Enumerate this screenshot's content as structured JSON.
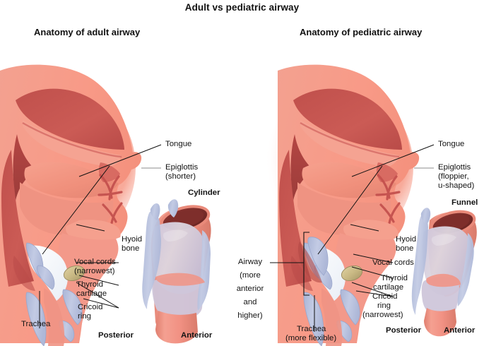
{
  "figure": {
    "title": "Adult vs pediatric airway",
    "type": "medical-anatomy-illustration"
  },
  "panels": [
    {
      "id": "adult",
      "title": "Anatomy of adult airway",
      "larynx_shape_label": "Cylinder",
      "orientation_left": "Posterior",
      "orientation_right": "Anterior",
      "labels": {
        "tongue": "Tongue",
        "epiglottis_line1": "Epiglottis",
        "epiglottis_line2": "(shorter)",
        "hyoid_line1": "Hyoid",
        "hyoid_line2": "bone",
        "vocal_cords_line1": "Vocal cords",
        "vocal_cords_line2": "(narrowest)",
        "thyroid_line1": "Thyroid",
        "thyroid_line2": "cartilage",
        "cricoid_line1": "Cricoid",
        "cricoid_line2": "ring",
        "trachea": "Trachea"
      }
    },
    {
      "id": "pediatric",
      "title": "Anatomy of pediatric airway",
      "larynx_shape_label": "Funnel",
      "orientation_left": "Posterior",
      "orientation_right": "Anterior",
      "labels": {
        "tongue": "Tongue",
        "epiglottis_line1": "Epiglottis",
        "epiglottis_line2": "(floppier,",
        "epiglottis_line3": "u-shaped)",
        "hyoid_line1": "Hyoid",
        "hyoid_line2": "bone",
        "vocal_cords": "Vocal cords",
        "thyroid_line1": "Thyroid",
        "thyroid_line2": "cartilage",
        "cricoid_line1": "Cricoid",
        "cricoid_line2": "ring",
        "cricoid_line3": "(narrowest)",
        "trachea_line1": "Trachea",
        "trachea_line2": "(more flexible)",
        "airway_line1": "Airway",
        "airway_line2": "(more",
        "airway_line3": "anterior",
        "airway_line4": "and",
        "airway_line5": "higher)"
      }
    }
  ],
  "colors": {
    "background": "#ffffff",
    "skin_light": "#f8a393",
    "skin_mid": "#f09080",
    "mucosa_dark": "#c4514e",
    "mucosa_deep": "#ab4240",
    "cartilage_blue": "#b9c2de",
    "cartilage_pale": "#d8cdd8",
    "hyoid_tan": "#cbbc8a",
    "lumen_dark": "#8e3a36",
    "tube_pink": "#ef8f80",
    "text": "#141414",
    "leader": "#111111",
    "leader_gray": "#8b8b8b"
  }
}
